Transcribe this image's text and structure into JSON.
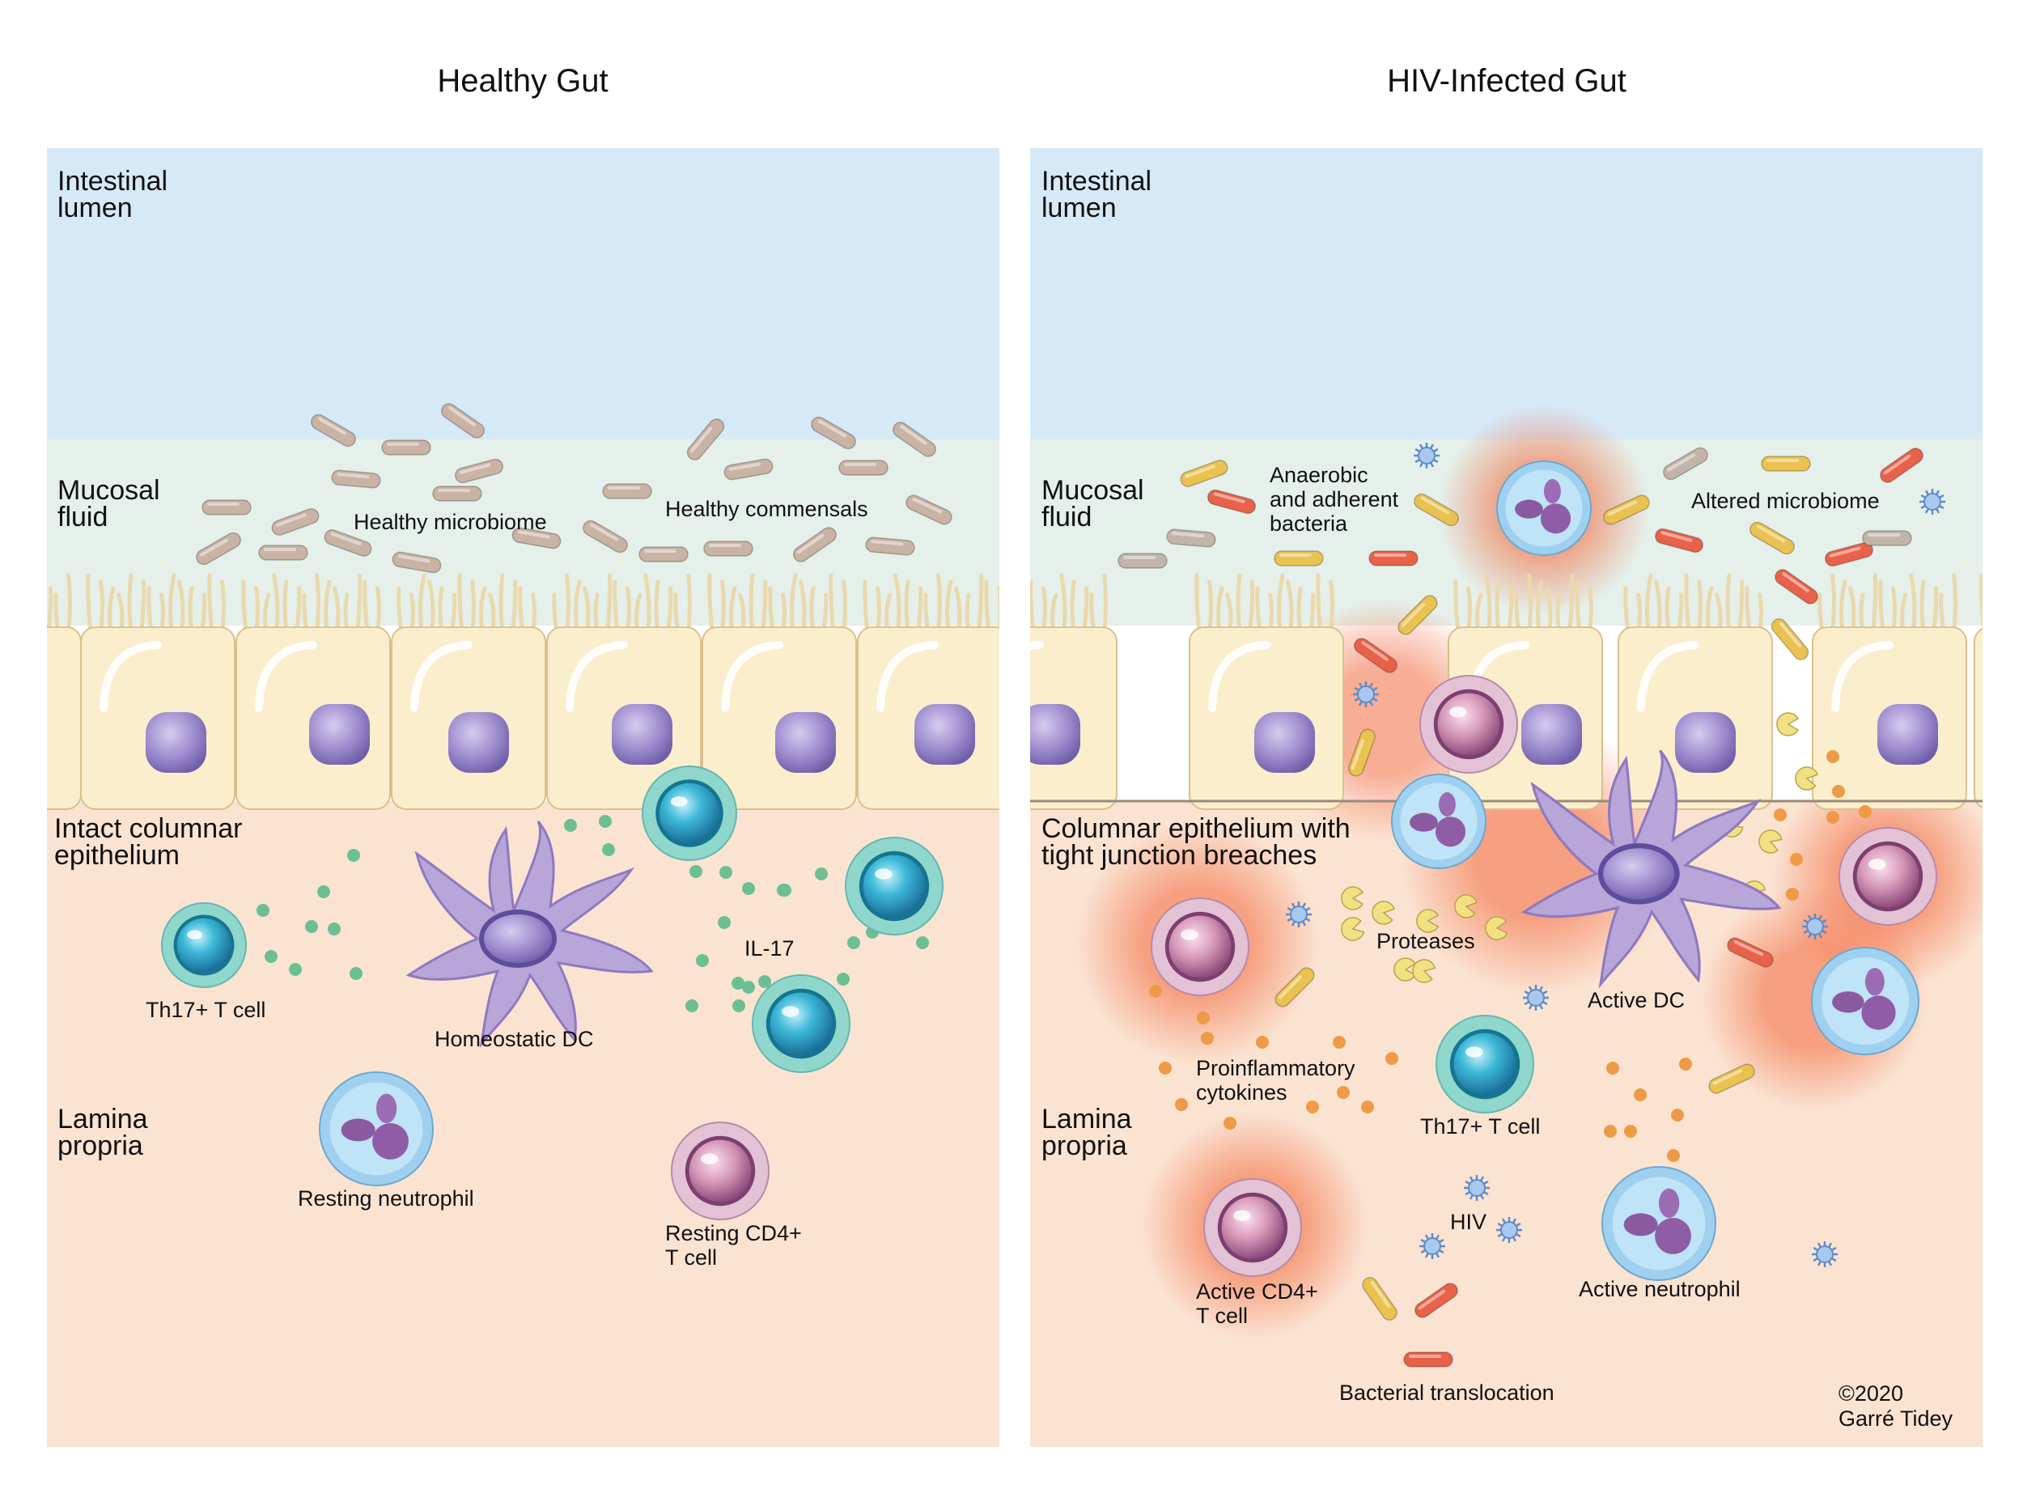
{
  "colors": {
    "lumen": "#d6e9f7",
    "mucosal": "#e5f0ea",
    "lamina": "#fbe3d2",
    "cell_body": "#fbeecd",
    "nucleus": "#9d8ccc",
    "commensal": "#c9b3a5",
    "il17": "#6cbf92",
    "th17_ring": "#8fd7cc",
    "th17_core": "#28aacb",
    "dc": "#b9a6d9",
    "neutrophil": "#9fd0ef",
    "cd4": "#d8a6c4",
    "inflammation": "#f47a55",
    "cytokine": "#ef9a47",
    "protease": "#f2e183",
    "hiv": "#7aa6d9",
    "bacteria_red": "#e8624a",
    "bacteria_yellow": "#e9c250",
    "bacteria_gray": "#c2b4aa"
  },
  "panels": {
    "healthy": {
      "title": "Healthy Gut",
      "lumen_label": "Intestinal\nlumen",
      "mucosal_label": "Mucosal\nfluid",
      "epithelium_label": "Intact columnar\nepithelium",
      "lamina_label": "Lamina\npropria",
      "labels": {
        "healthy_microbiome": "Healthy microbiome",
        "healthy_commensals": "Healthy commensals",
        "il17": "IL-17",
        "th17": "Th17+ T cell",
        "homeostatic_dc": "Homeostatic DC",
        "resting_neutrophil": "Resting neutrophil",
        "resting_cd4": "Resting CD4+\nT cell"
      }
    },
    "hiv": {
      "title": "HIV-Infected Gut",
      "lumen_label": "Intestinal\nlumen",
      "mucosal_label": "Mucosal\nfluid",
      "epithelium_label": "Columnar epithelium with\ntight junction breaches",
      "lamina_label": "Lamina\npropria",
      "labels": {
        "anaerobic": "Anaerobic\nand adherent\nbacteria",
        "altered_microbiome": "Altered microbiome",
        "proteases": "Proteases",
        "active_dc": "Active DC",
        "proinflammatory": "Proinflammatory\ncytokines",
        "th17": "Th17+ T cell",
        "hiv": "HIV",
        "active_neutrophil": "Active neutrophil",
        "active_cd4": "Active CD4+\nT cell",
        "bacterial_translocation": "Bacterial translocation"
      }
    }
  },
  "credit": "©2020\nGarré Tidey"
}
